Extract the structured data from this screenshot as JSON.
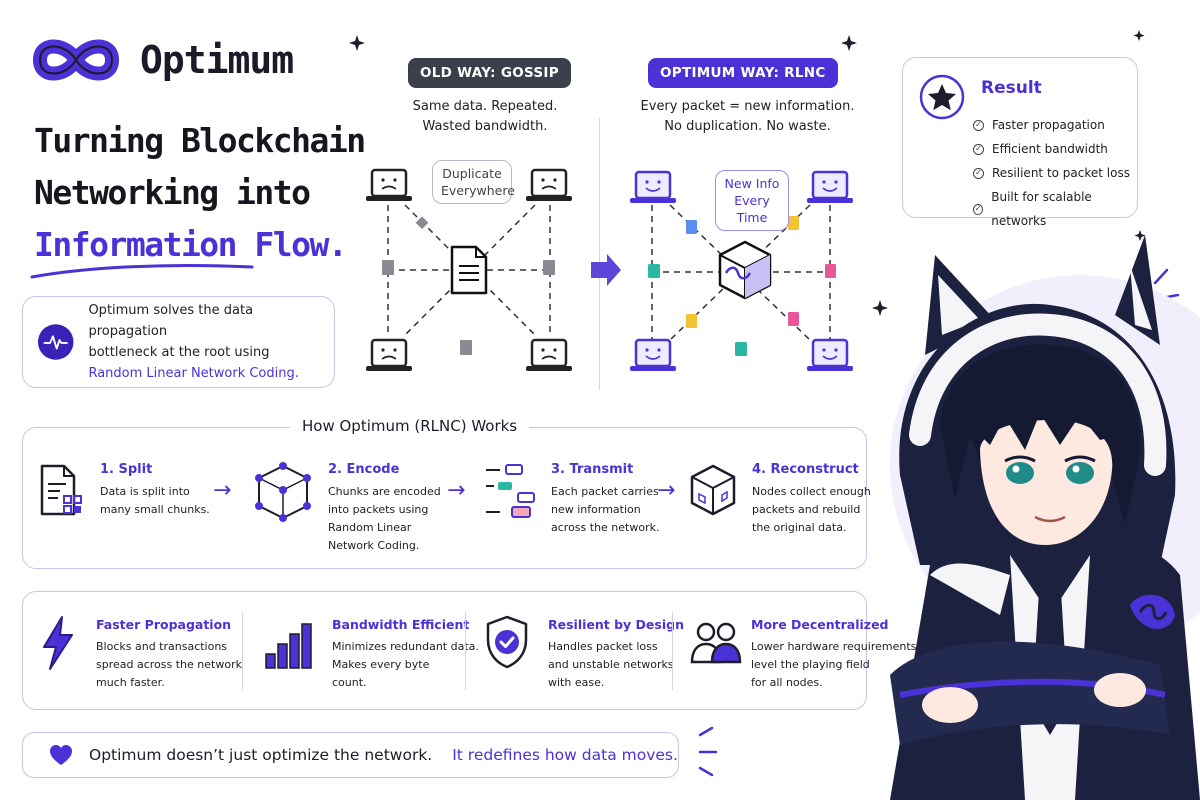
{
  "brand": {
    "name": "Optimum",
    "logo_icon": "infinity-icon"
  },
  "headline": {
    "line1": "Turning Blockchain",
    "line2": "Networking into",
    "line3": "Information Flow."
  },
  "intro": {
    "icon": "pulse-icon",
    "text1": "Optimum solves the data propagation",
    "text2": "bottleneck at the root using",
    "text3": "Random Linear Network Coding."
  },
  "old_way": {
    "label": "OLD WAY: GOSSIP",
    "sub1": "Same data. Repeated.",
    "sub2": "Wasted bandwidth.",
    "bubble1": "Duplicate",
    "bubble2": "Everywhere"
  },
  "new_way": {
    "label": "OPTIMUM WAY: RLNC",
    "sub1": "Every packet = new information.",
    "sub2": "No duplication. No waste.",
    "bubble1": "New Info",
    "bubble2": "Every Time"
  },
  "result": {
    "title": "Result",
    "items": [
      "Faster propagation",
      "Efficient bandwidth",
      "Resilient to packet loss",
      "Built for scalable networks"
    ]
  },
  "how": {
    "title": "How Optimum (RLNC) Works",
    "steps": [
      {
        "title": "1. Split",
        "d1": "Data is split into",
        "d2": "many small chunks.",
        "d3": "",
        "d4": "",
        "icon": "document-split-icon"
      },
      {
        "title": "2. Encode",
        "d1": "Chunks are encoded",
        "d2": "into packets using",
        "d3": "Random Linear",
        "d4": "Network Coding.",
        "icon": "network-cube-icon"
      },
      {
        "title": "3. Transmit",
        "d1": "Each packet carries",
        "d2": "new information",
        "d3": "across the network.",
        "d4": "",
        "icon": "packets-icon"
      },
      {
        "title": "4. Reconstruct",
        "d1": "Nodes collect enough",
        "d2": "packets and rebuild",
        "d3": "the original data.",
        "d4": "",
        "icon": "cube-icon"
      }
    ]
  },
  "benefits": [
    {
      "title": "Faster Propagation",
      "d1": "Blocks and transactions",
      "d2": "spread across the network",
      "d3": "much faster.",
      "icon": "lightning-icon"
    },
    {
      "title": "Bandwidth Efficient",
      "d1": "Minimizes redundant data.",
      "d2": "Makes every byte",
      "d3": "count.",
      "icon": "bar-chart-icon"
    },
    {
      "title": "Resilient by Design",
      "d1": "Handles packet loss",
      "d2": "and unstable networks",
      "d3": "with ease.",
      "icon": "shield-check-icon"
    },
    {
      "title": "More Decentralized",
      "d1": "Lower hardware requirements",
      "d2": "level the playing field",
      "d3": "for all nodes.",
      "icon": "users-icon"
    }
  ],
  "footer": {
    "icon": "heart-icon",
    "text1": "Optimum doesn’t just optimize the network.",
    "text2": "It redefines how data moves."
  },
  "colors": {
    "accent": "#4b32d6",
    "dark": "#1d1d2b",
    "gossip_pill": "#3a3f4b",
    "border": "#c9c3ea"
  }
}
